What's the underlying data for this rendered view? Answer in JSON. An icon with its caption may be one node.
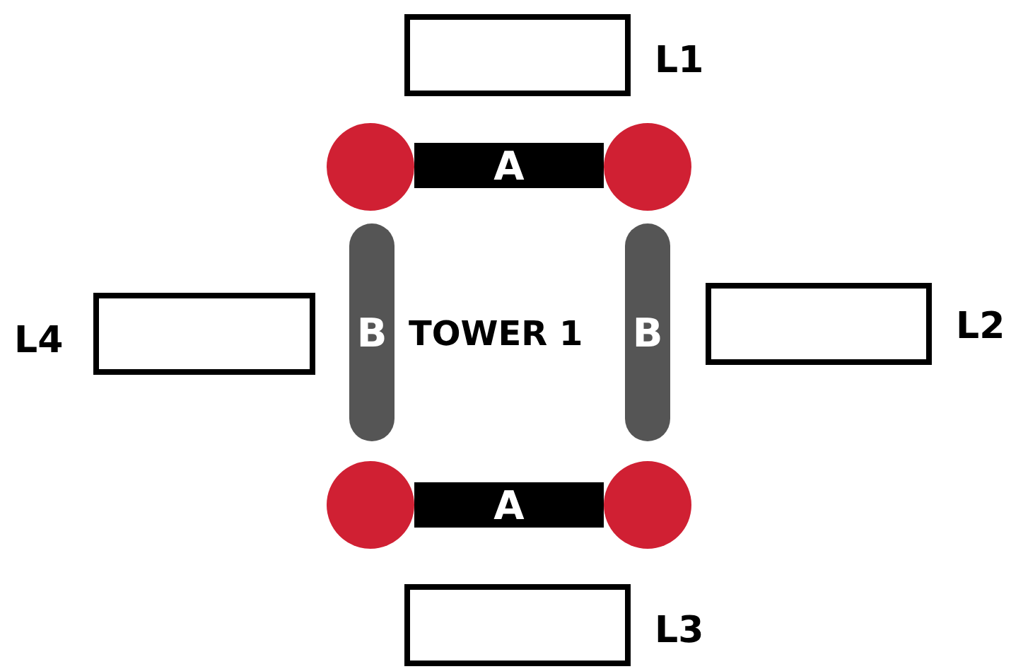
{
  "diagram": {
    "nodes": [
      {
        "text": [],
        "shape": "box",
        "beside": [
          "L1"
        ]
      },
      {
        "text": [],
        "shape": "circle"
      },
      {
        "text": [
          "A"
        ]
      },
      {
        "text": [],
        "shape": "circle"
      },
      {
        "text": [],
        "shape": "box",
        "beside": [
          "L4"
        ]
      },
      {
        "text": [
          "B"
        ]
      },
      {
        "text": [
          "B"
        ]
      },
      {
        "text": [],
        "shape": "box",
        "beside": [
          "L2"
        ]
      },
      {
        "text": [],
        "shape": "circle"
      },
      {
        "text": [
          "A"
        ]
      },
      {
        "text": [],
        "shape": "circle"
      },
      {
        "text": [],
        "shape": "box",
        "beside": [
          "L3"
        ]
      }
    ],
    "labels": [
      "TOWER 1"
    ]
  }
}
